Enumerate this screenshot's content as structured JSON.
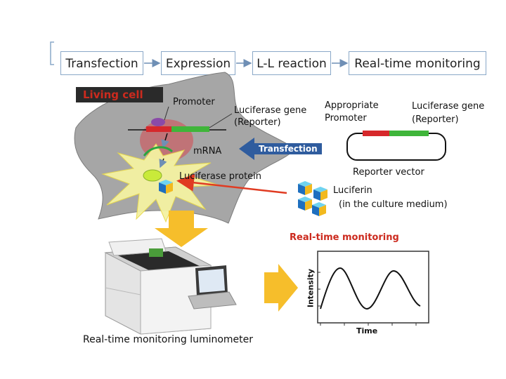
{
  "steps": [
    "Transfection",
    "Expression",
    "L-L reaction",
    "Real-time monitoring"
  ],
  "cell": {
    "title": "Living cell",
    "promoter": "Promoter",
    "luc_gene_1": "Luciferase gene",
    "luc_gene_2": "(Reporter)",
    "mrna": "mRNA",
    "protein": "Luciferase protein"
  },
  "transfection_arrow": "Transfection",
  "vector": {
    "promoter_1": "Appropriate",
    "promoter_2": "Promoter",
    "gene_1": "Luciferase gene",
    "gene_2": "(Reporter)",
    "name": "Reporter vector"
  },
  "luciferin": {
    "line1": "Luciferin",
    "line2": "(in the culture medium)"
  },
  "monitor": {
    "title": "Real-time monitoring",
    "ylabel": "Intensity",
    "xlabel": "Time"
  },
  "device": {
    "caption": "Real-time monitoring luminometer"
  },
  "colors": {
    "arrow_blue": "#2f5c9e",
    "yellow": "#f6be2b",
    "red": "#d6282b",
    "green": "#3fb53a",
    "title_red": "#cc2a1e"
  }
}
